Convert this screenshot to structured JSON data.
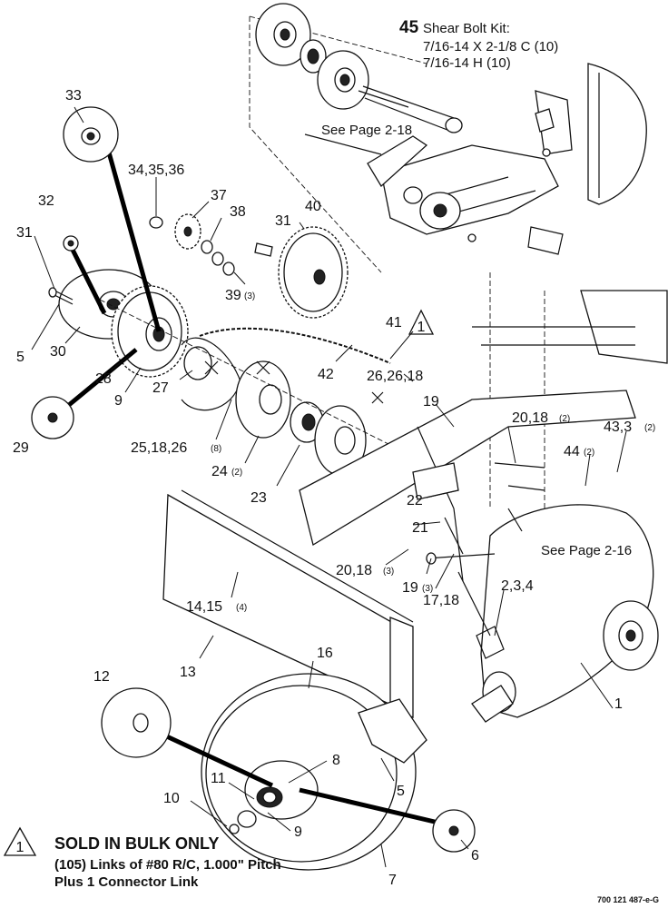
{
  "shear_bolt": {
    "number": "45",
    "title": "Shear Bolt Kit:",
    "line1": "7/16-14 X 2-1/8 C (10)",
    "line2": "7/16-14 H (10)"
  },
  "page_refs": {
    "ref_upper": "See Page 2-18",
    "ref_right": "See Page 2-16"
  },
  "callouts": [
    {
      "id": "c33",
      "text": "33"
    },
    {
      "id": "c34",
      "text": "34,35,36"
    },
    {
      "id": "c37",
      "text": "37"
    },
    {
      "id": "c38",
      "text": "38"
    },
    {
      "id": "c31a",
      "text": "31"
    },
    {
      "id": "c40",
      "text": "40"
    },
    {
      "id": "c32",
      "text": "32"
    },
    {
      "id": "c31b",
      "text": "31"
    },
    {
      "id": "c39",
      "text": "39"
    },
    {
      "id": "c41",
      "text": "41"
    },
    {
      "id": "c5a",
      "text": "5"
    },
    {
      "id": "c30",
      "text": "30"
    },
    {
      "id": "c42",
      "text": "42"
    },
    {
      "id": "c26",
      "text": "26,26,18"
    },
    {
      "id": "c28",
      "text": "28"
    },
    {
      "id": "c27",
      "text": "27"
    },
    {
      "id": "c9a",
      "text": "9"
    },
    {
      "id": "c19a",
      "text": "19"
    },
    {
      "id": "c29",
      "text": "29"
    },
    {
      "id": "c25",
      "text": "25,18,26"
    },
    {
      "id": "c20a",
      "text": "20,18"
    },
    {
      "id": "c43",
      "text": "43,3"
    },
    {
      "id": "c44",
      "text": "44"
    },
    {
      "id": "c24",
      "text": "24"
    },
    {
      "id": "c23",
      "text": "23"
    },
    {
      "id": "c22",
      "text": "22"
    },
    {
      "id": "c21",
      "text": "21"
    },
    {
      "id": "c20b",
      "text": "20,18"
    },
    {
      "id": "c19b",
      "text": "19"
    },
    {
      "id": "c2",
      "text": "2,3,4"
    },
    {
      "id": "c14",
      "text": "14,15"
    },
    {
      "id": "c17",
      "text": "17,18"
    },
    {
      "id": "c13",
      "text": "13"
    },
    {
      "id": "c16",
      "text": "16"
    },
    {
      "id": "c12",
      "text": "12"
    },
    {
      "id": "c1",
      "text": "1"
    },
    {
      "id": "c8",
      "text": "8"
    },
    {
      "id": "c11",
      "text": "11"
    },
    {
      "id": "c5b",
      "text": "5"
    },
    {
      "id": "c10",
      "text": "10"
    },
    {
      "id": "c9b",
      "text": "9"
    },
    {
      "id": "c6",
      "text": "6"
    },
    {
      "id": "c7",
      "text": "7"
    }
  ],
  "quantities": {
    "q39": "(3)",
    "q25": "(8)",
    "q20a": "(2)",
    "q43": "(2)",
    "q44": "(2)",
    "q24": "(2)",
    "q20b": "(3)",
    "q19b": "(3)",
    "q14": "(4)"
  },
  "bulk_note": {
    "symbol": "1",
    "title": "SOLD IN BULK ONLY",
    "line1": "(105) Links of #80 R/C, 1.000\" Pitch",
    "line2": "Plus 1 Connector Link"
  },
  "chain_symbol": "1",
  "figure_id": "700 121 487-e-G"
}
